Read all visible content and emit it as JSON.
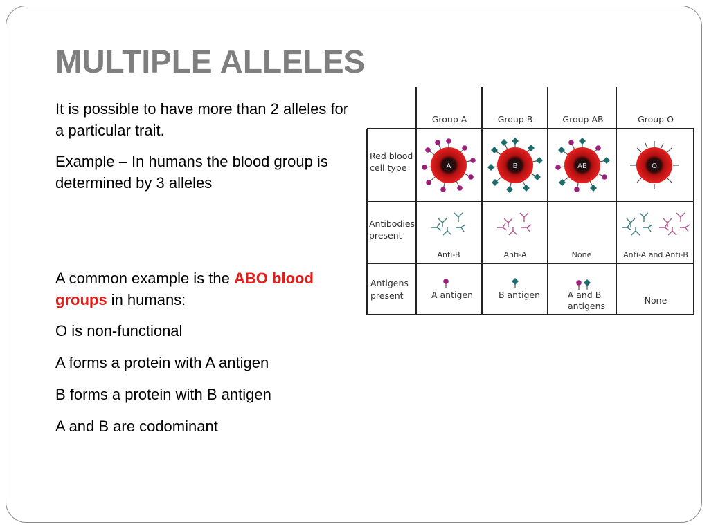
{
  "title": "MULTIPLE ALLELES",
  "para1": "It is possible to have more than 2 alleles for a particular trait.",
  "para2": "Example – In humans the blood group is determined by 3 alleles",
  "para3": {
    "before": "A common example is the ",
    "highlight": "ABO blood groups",
    "after": " in humans:"
  },
  "points": [
    "O is non-functional",
    "A forms a protein with A antigen",
    "B forms a protein with B antigen",
    "A and B are codominant"
  ],
  "figure": {
    "columns": [
      "Group A",
      "Group B",
      "Group AB",
      "Group O"
    ],
    "row_labels": {
      "rbc": [
        "Red blood",
        "cell type"
      ],
      "antibodies": [
        "Antibodies",
        "present"
      ],
      "antigens": [
        "Antigens",
        "present"
      ]
    },
    "cell_letters": [
      "A",
      "B",
      "AB",
      "O"
    ],
    "antibodies": [
      "Anti-B",
      "Anti-A",
      "None",
      "Anti-A and Anti-B"
    ],
    "antigens": [
      [
        "A antigen"
      ],
      [
        "B antigen"
      ],
      [
        "A and B",
        "antigens"
      ],
      [
        "None"
      ]
    ],
    "colors": {
      "a_antigen": "#9b1f7a",
      "b_antigen": "#1c6b6b",
      "cell_red": "#e01c1c",
      "anti_a": "#b0568f",
      "anti_b": "#3f7f7f"
    }
  }
}
